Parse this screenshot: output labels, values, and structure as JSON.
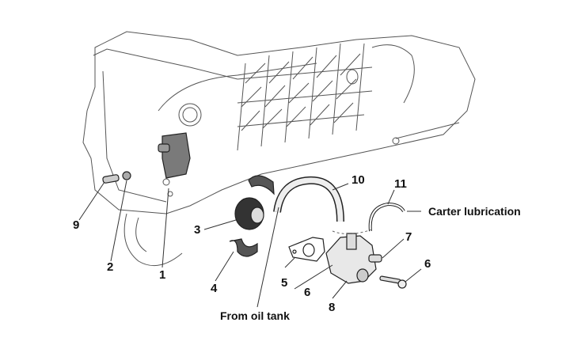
{
  "diagram": {
    "type": "exploded-view",
    "subject": "engine crankcase oil pump assembly",
    "callouts": [
      {
        "id": "1",
        "label": "1"
      },
      {
        "id": "2",
        "label": "2"
      },
      {
        "id": "3",
        "label": "3"
      },
      {
        "id": "4",
        "label": "4"
      },
      {
        "id": "5",
        "label": "5"
      },
      {
        "id": "6a",
        "label": "6"
      },
      {
        "id": "6b",
        "label": "6"
      },
      {
        "id": "7",
        "label": "7"
      },
      {
        "id": "8",
        "label": "8"
      },
      {
        "id": "9",
        "label": "9"
      },
      {
        "id": "10",
        "label": "10"
      },
      {
        "id": "11",
        "label": "11"
      }
    ],
    "annotations": {
      "carter_lubrication": "Carter lubrication",
      "from_oil_tank": "From oil tank"
    }
  }
}
